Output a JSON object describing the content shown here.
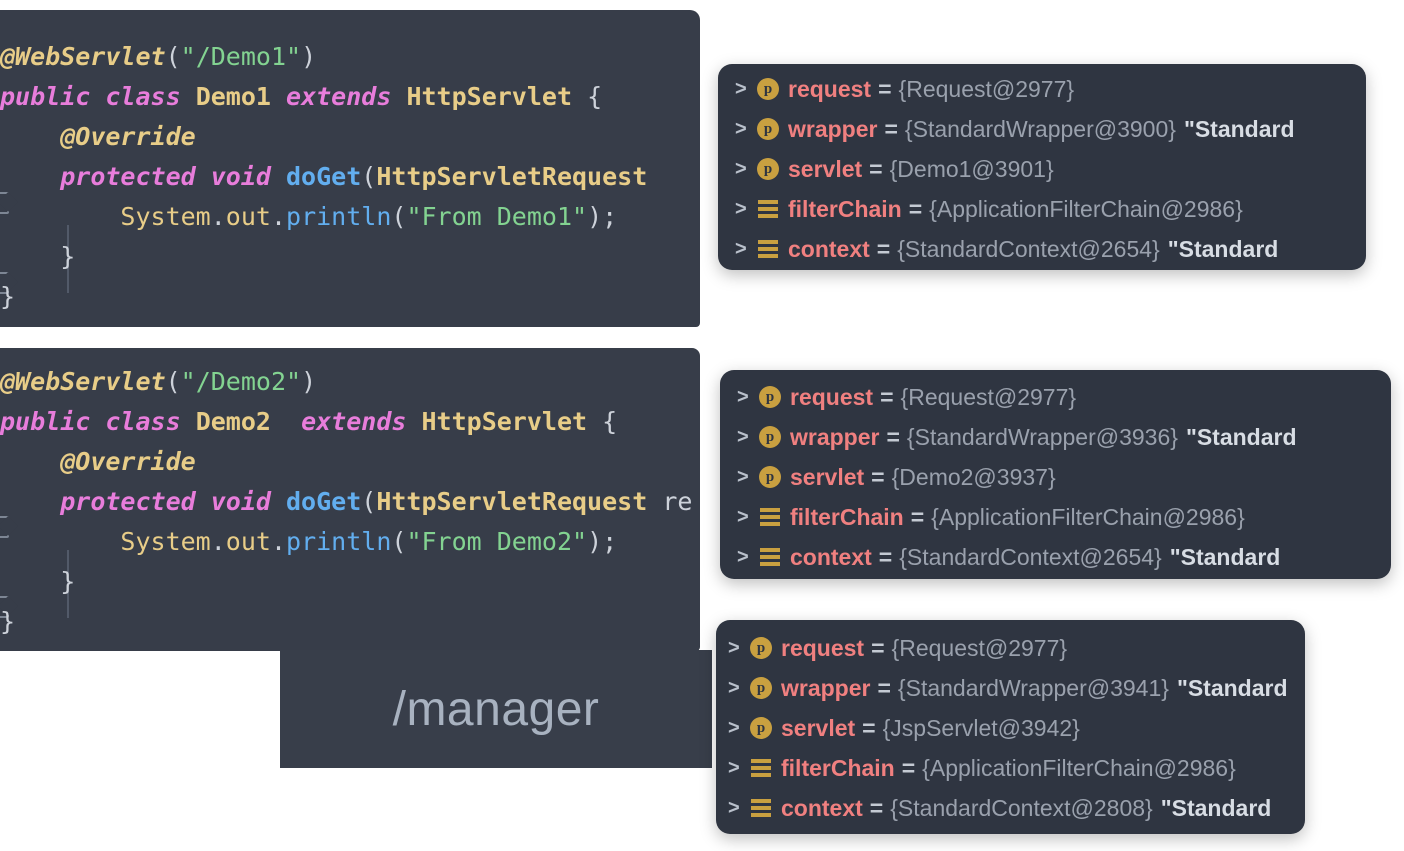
{
  "code_blocks": [
    {
      "id": "demo1",
      "name": "demo1-servlet-code",
      "lines": [
        {
          "indent": 0,
          "tokens": [
            {
              "t": "ann",
              "v": "@WebServlet"
            },
            {
              "t": "plain",
              "v": "("
            },
            {
              "t": "str",
              "v": "\"/Demo1\""
            },
            {
              "t": "plain",
              "v": ")"
            }
          ]
        },
        {
          "indent": 0,
          "tokens": [
            {
              "t": "kw",
              "v": "public class"
            },
            {
              "t": "plain",
              "v": " "
            },
            {
              "t": "cls",
              "v": "Demo1"
            },
            {
              "t": "plain",
              "v": " "
            },
            {
              "t": "kw",
              "v": "extends"
            },
            {
              "t": "plain",
              "v": " "
            },
            {
              "t": "cls",
              "v": "HttpServlet"
            },
            {
              "t": "plain",
              "v": " {"
            }
          ]
        },
        {
          "indent": 1,
          "tokens": [
            {
              "t": "ann",
              "v": "@Override"
            }
          ]
        },
        {
          "indent": 1,
          "tokens": [
            {
              "t": "kw",
              "v": "protected void"
            },
            {
              "t": "plain",
              "v": " "
            },
            {
              "t": "fn",
              "v": "doGet"
            },
            {
              "t": "plain",
              "v": "("
            },
            {
              "t": "cls",
              "v": "HttpServletRequest"
            }
          ]
        },
        {
          "indent": 2,
          "tokens": [
            {
              "t": "ident",
              "v": "System"
            },
            {
              "t": "plain",
              "v": "."
            },
            {
              "t": "ident",
              "v": "out"
            },
            {
              "t": "plain",
              "v": "."
            },
            {
              "t": "mtd",
              "v": "println"
            },
            {
              "t": "plain",
              "v": "("
            },
            {
              "t": "str",
              "v": "\"From Demo1\""
            },
            {
              "t": "plain",
              "v": ");"
            }
          ]
        },
        {
          "indent": 1,
          "tokens": [
            {
              "t": "plain",
              "v": "}"
            }
          ]
        },
        {
          "indent": 0,
          "tokens": [
            {
              "t": "plain",
              "v": "}"
            }
          ]
        }
      ]
    },
    {
      "id": "demo2",
      "name": "demo2-servlet-code",
      "lines": [
        {
          "indent": 0,
          "tokens": [
            {
              "t": "ann",
              "v": "@WebServlet"
            },
            {
              "t": "plain",
              "v": "("
            },
            {
              "t": "str",
              "v": "\"/Demo2\""
            },
            {
              "t": "plain",
              "v": ")"
            }
          ]
        },
        {
          "indent": 0,
          "tokens": [
            {
              "t": "kw",
              "v": "public class"
            },
            {
              "t": "plain",
              "v": " "
            },
            {
              "t": "cls",
              "v": "Demo2"
            },
            {
              "t": "plain",
              "v": "  "
            },
            {
              "t": "kw",
              "v": "extends"
            },
            {
              "t": "plain",
              "v": " "
            },
            {
              "t": "cls",
              "v": "HttpServlet"
            },
            {
              "t": "plain",
              "v": " {"
            }
          ]
        },
        {
          "indent": 1,
          "tokens": [
            {
              "t": "ann",
              "v": "@Override"
            }
          ]
        },
        {
          "indent": 1,
          "tokens": [
            {
              "t": "kw",
              "v": "protected void"
            },
            {
              "t": "plain",
              "v": " "
            },
            {
              "t": "fn",
              "v": "doGet"
            },
            {
              "t": "plain",
              "v": "("
            },
            {
              "t": "cls",
              "v": "HttpServletRequest"
            },
            {
              "t": "plain",
              "v": " re"
            }
          ]
        },
        {
          "indent": 2,
          "tokens": [
            {
              "t": "ident",
              "v": "System"
            },
            {
              "t": "plain",
              "v": "."
            },
            {
              "t": "ident",
              "v": "out"
            },
            {
              "t": "plain",
              "v": "."
            },
            {
              "t": "mtd",
              "v": "println"
            },
            {
              "t": "plain",
              "v": "("
            },
            {
              "t": "str",
              "v": "\"From Demo2\""
            },
            {
              "t": "plain",
              "v": ");"
            }
          ]
        },
        {
          "indent": 1,
          "tokens": [
            {
              "t": "plain",
              "v": "}"
            }
          ]
        },
        {
          "indent": 0,
          "tokens": [
            {
              "t": "plain",
              "v": "}"
            }
          ]
        }
      ]
    }
  ],
  "manager_box": {
    "label": "/manager"
  },
  "debug_panels": [
    {
      "id": "panel1",
      "rows": [
        {
          "chevron": ">",
          "icon": "property-icon",
          "icon_glyph": "p",
          "name": "request",
          "eq": "=",
          "value": "{Request@2977}",
          "value_str": ""
        },
        {
          "chevron": ">",
          "icon": "property-icon",
          "icon_glyph": "p",
          "name": "wrapper",
          "eq": "=",
          "value": "{StandardWrapper@3900}",
          "value_str": "\"Standard"
        },
        {
          "chevron": ">",
          "icon": "property-icon",
          "icon_glyph": "p",
          "name": "servlet",
          "eq": "=",
          "value": "{Demo1@3901}",
          "value_str": ""
        },
        {
          "chevron": ">",
          "icon": "field-icon",
          "icon_glyph": "",
          "name": "filterChain",
          "eq": "=",
          "value": "{ApplicationFilterChain@2986}",
          "value_str": ""
        },
        {
          "chevron": ">",
          "icon": "field-icon",
          "icon_glyph": "",
          "name": "context",
          "eq": "=",
          "value": "{StandardContext@2654}",
          "value_str": "\"Standard"
        }
      ]
    },
    {
      "id": "panel2",
      "rows": [
        {
          "chevron": ">",
          "icon": "property-icon",
          "icon_glyph": "p",
          "name": "request",
          "eq": "=",
          "value": "{Request@2977}",
          "value_str": ""
        },
        {
          "chevron": ">",
          "icon": "property-icon",
          "icon_glyph": "p",
          "name": "wrapper",
          "eq": "=",
          "value": "{StandardWrapper@3936}",
          "value_str": "\"Standard"
        },
        {
          "chevron": ">",
          "icon": "property-icon",
          "icon_glyph": "p",
          "name": "servlet",
          "eq": "=",
          "value": "{Demo2@3937}",
          "value_str": ""
        },
        {
          "chevron": ">",
          "icon": "field-icon",
          "icon_glyph": "",
          "name": "filterChain",
          "eq": "=",
          "value": "{ApplicationFilterChain@2986}",
          "value_str": ""
        },
        {
          "chevron": ">",
          "icon": "field-icon",
          "icon_glyph": "",
          "name": "context",
          "eq": "=",
          "value": "{StandardContext@2654}",
          "value_str": "\"Standard"
        }
      ]
    },
    {
      "id": "panel3",
      "rows": [
        {
          "chevron": ">",
          "icon": "property-icon",
          "icon_glyph": "p",
          "name": "request",
          "eq": "=",
          "value": "{Request@2977}",
          "value_str": ""
        },
        {
          "chevron": ">",
          "icon": "property-icon",
          "icon_glyph": "p",
          "name": "wrapper",
          "eq": "=",
          "value": "{StandardWrapper@3941}",
          "value_str": "\"Standard"
        },
        {
          "chevron": ">",
          "icon": "property-icon",
          "icon_glyph": "p",
          "name": "servlet",
          "eq": "=",
          "value": "{JspServlet@3942}",
          "value_str": ""
        },
        {
          "chevron": ">",
          "icon": "field-icon",
          "icon_glyph": "",
          "name": "filterChain",
          "eq": "=",
          "value": "{ApplicationFilterChain@2986}",
          "value_str": ""
        },
        {
          "chevron": ">",
          "icon": "field-icon",
          "icon_glyph": "",
          "name": "context",
          "eq": "=",
          "value": "{StandardContext@2808}",
          "value_str": "\"Standard"
        }
      ]
    }
  ],
  "colors": {
    "code_background": "#373d49",
    "panel_background": "#2f3541",
    "variable_name": "#f08080",
    "variable_value": "#9aa1ad",
    "icon_gold": "#c9a040",
    "annotation": "#e8cd88",
    "keyword": "#e87ddb",
    "string": "#83d391",
    "method": "#62aeef"
  }
}
